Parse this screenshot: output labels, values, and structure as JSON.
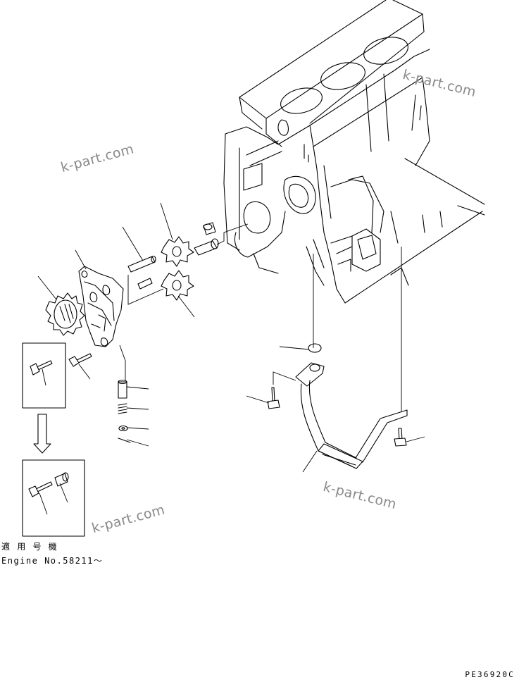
{
  "watermarks": [
    "k-part.com",
    "k-part.com",
    "k-part.com",
    "k-part.com"
  ],
  "notes": {
    "applicable_jp": "適 用 号 機",
    "engine_no": "Engine No.58211～"
  },
  "drawing_code": "PE36920C",
  "colors": {
    "line": "#000000",
    "watermark": "#8a8a8a",
    "background": "#ffffff"
  }
}
